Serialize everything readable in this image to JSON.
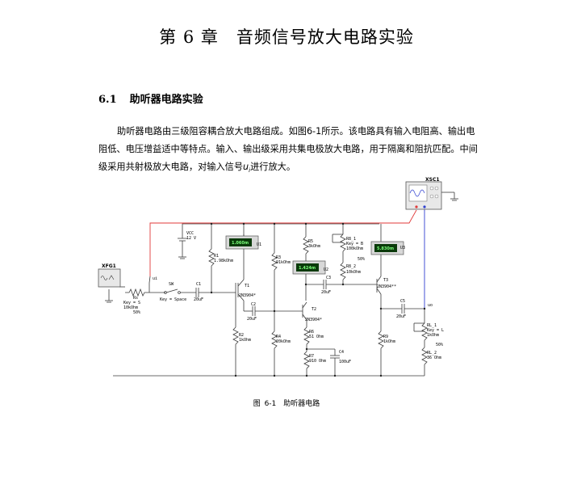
{
  "chapter_title": "第 6 章　音频信号放大电路实验",
  "section": {
    "number": "6.1",
    "title": "助听器电路实验"
  },
  "paragraph": {
    "part1": "助听器电路由三级阻容耦合放大电路组成。如图6-1所示。该电路具有输入电阻高、输出电阻低、电压增益适中等特点。输入、输出级采用共集电极放大电路，用于隔离和阻抗匹配。中间级采用共射极放大电路，对输入信号",
    "var": "u",
    "sub": "i",
    "part2": "进行放大。"
  },
  "figure_caption": "图 6-1　助听器电路",
  "circuit": {
    "xsc1": "XSC1",
    "xfg1": "XFG1",
    "ui": "ui",
    "uo": "uo",
    "vcc": "VCC",
    "vcc_val": "12 V",
    "rs": "Rs",
    "rs_key": "Key = S",
    "rs_val": "10kOhm",
    "rs_pct": "50%",
    "sw": "SW",
    "sw_key": "Key = Space",
    "c1": "C1",
    "c1_val": "20uF",
    "r1": "R1",
    "r1_val": "1.98kOhm",
    "u1": "U1",
    "u1_val": "1.060m",
    "t1": "T1",
    "t1_model": "2N3904*",
    "r2": "R2",
    "r2_val": "1kOhm",
    "c2": "C2",
    "c2_val": "20uF",
    "r3": "R3",
    "r3_val": "91kOhm",
    "r4": "R4",
    "r4_val": "20kOhm",
    "u2": "U2",
    "u2_val": "1.424m",
    "r5": "R5",
    "r5_val": "3kOhm",
    "c3": "C3",
    "c3_val": "20uF",
    "t2": "T2",
    "t2_model": "2N3904*",
    "r6": "R6",
    "r6_val": "51 Ohm",
    "r7": "R7",
    "r7_val": "910 Ohm",
    "c4": "C4",
    "c4_val": "100uF",
    "r8_1": "R8_1",
    "r8_key": "Key = B",
    "r8_val": "100kOhm",
    "r8_pct": "50%",
    "r8_2": "R8_2",
    "r8_2_val": "10kOhm",
    "u3": "U3",
    "u3_val": "5.830m",
    "t3": "T3",
    "t3_model": "2N3904**",
    "r9": "R9",
    "r9_val": "1kOhm",
    "c5": "C5",
    "c5_val": "20uF",
    "rl_1": "RL_1",
    "rl_key": "Key = L",
    "rl_val": "1kOhm",
    "rl_pct": "50%",
    "rl_2": "RL_2",
    "rl_2_val": "36 Ohm",
    "colors": {
      "wire": "#3a3a3a",
      "red_probe": "#e03a3a",
      "blue_probe": "#2f3fd0",
      "meter_bg": "#0a3a0a",
      "meter_text": "#7cff7c"
    }
  }
}
